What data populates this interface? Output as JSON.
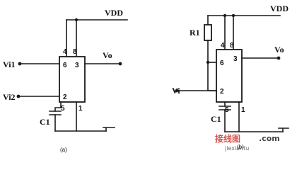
{
  "circuit_a": {
    "vdd_label": "VDD",
    "in1_label": "Vi1",
    "in2_label": "Vi2",
    "out_label": "Vo",
    "cap_label": "C1",
    "caption": "(a)",
    "pins": {
      "p4": "4",
      "p8": "8",
      "p6": "6",
      "p3": "3",
      "p2": "2",
      "p5": "5",
      "p1": "1"
    }
  },
  "circuit_b": {
    "vdd_label": "VDD",
    "in_label": "Vi",
    "out_label": "Vo",
    "res_label": "R1",
    "cap_label": "C1",
    "caption": "(b)",
    "pins": {
      "p4": "4",
      "p8": "8",
      "p6": "6",
      "p3": "3",
      "p2": "2",
      "p5": "5",
      "p1": "1"
    }
  },
  "watermark": {
    "cn": "接线图",
    "en": "jiexiantu",
    "com": ".com"
  }
}
